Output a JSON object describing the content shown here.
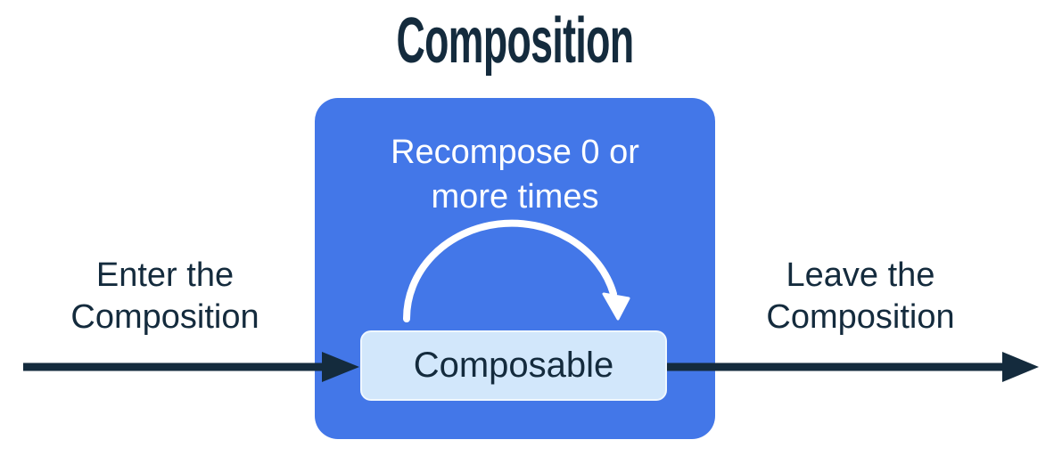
{
  "title": "Composition",
  "diagram": {
    "enter_label": "Enter the Composition",
    "leave_label": "Leave the Composition",
    "recompose_label": "Recompose 0 or more times",
    "composable_label": "Composable"
  },
  "icons": {
    "enter_arrow": "right-arrow",
    "leave_arrow": "right-arrow",
    "recompose_arc": "clockwise-arc-arrow"
  },
  "colors": {
    "blue": "#4377E8",
    "lightblue": "#D2E7FB",
    "ink": "#142B3D",
    "bg": "#FFFFFF",
    "white": "#FFFFFF"
  }
}
